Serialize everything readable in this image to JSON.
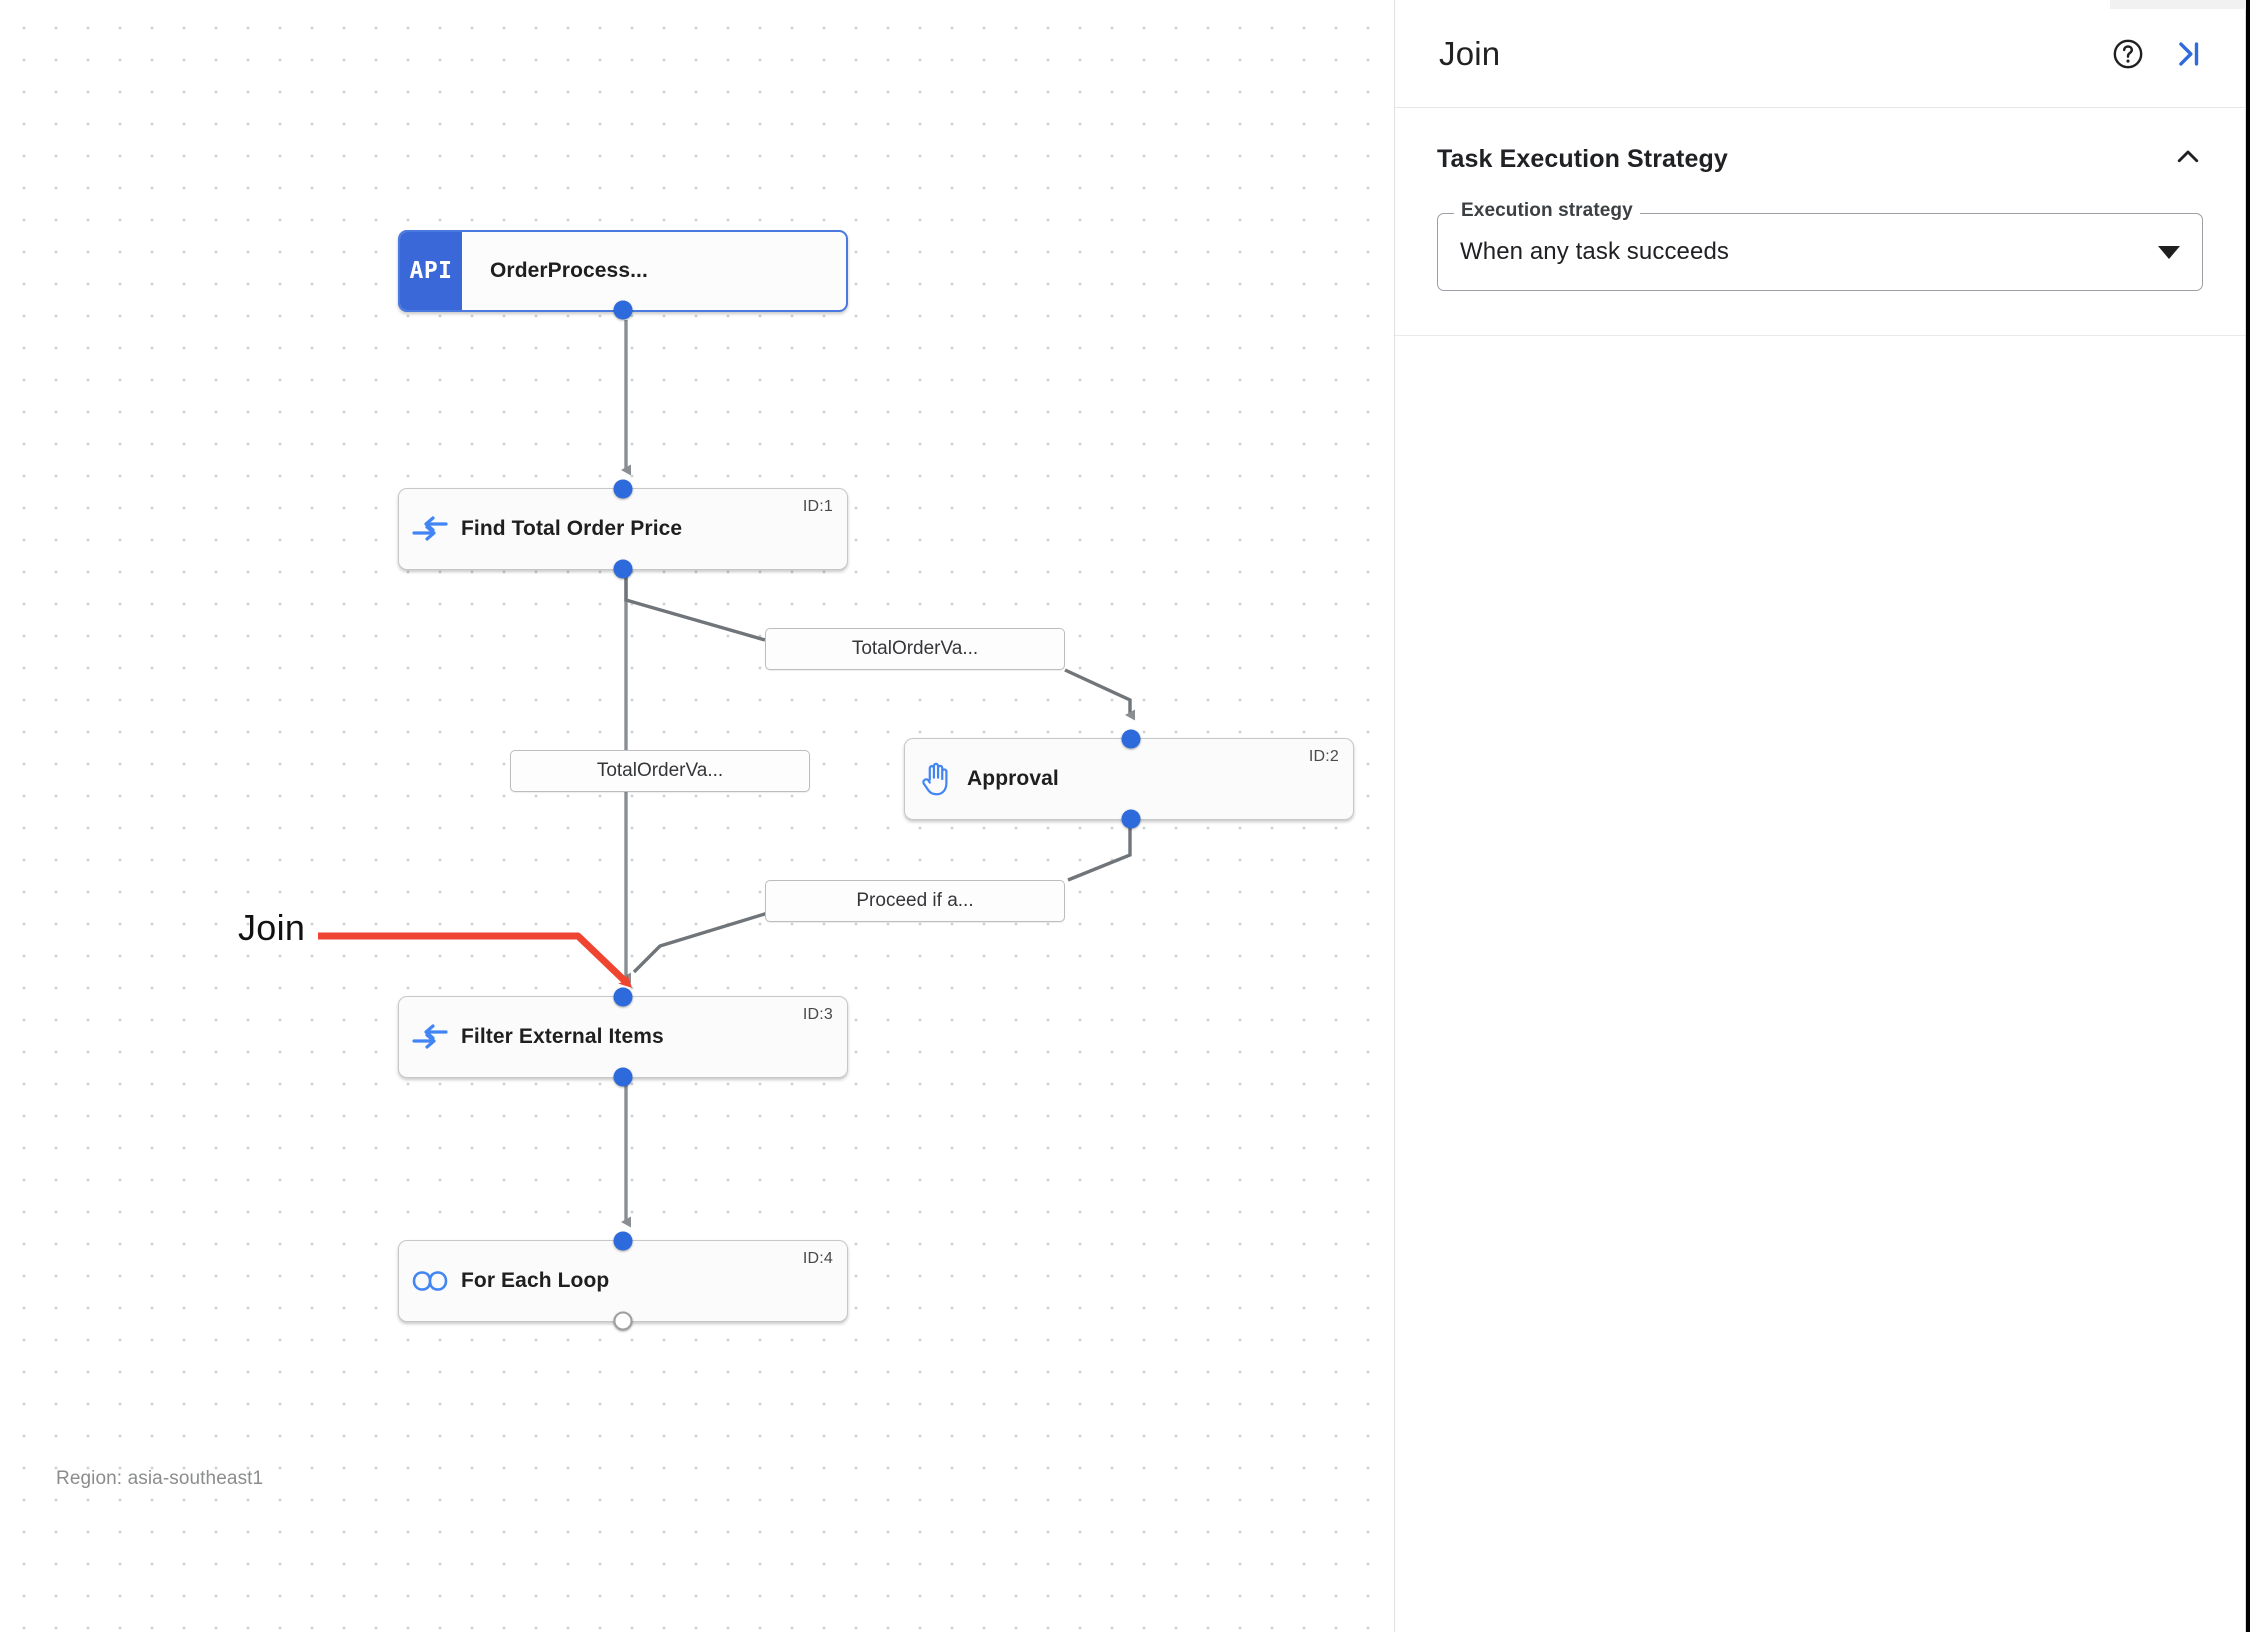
{
  "canvas": {
    "region_label": "Region: asia-southeast1",
    "annotation": {
      "label": "Join",
      "color": "#ef4430"
    },
    "nodes": [
      {
        "id": "trigger",
        "icon": "api-badge-icon",
        "badge": "API",
        "title": "OrderProcess...",
        "id_label": ""
      },
      {
        "id": "task1",
        "icon": "data-mapping-icon",
        "title": "Find Total Order Price",
        "id_label": "ID:1"
      },
      {
        "id": "task2",
        "icon": "raised-hand-icon",
        "title": "Approval",
        "id_label": "ID:2"
      },
      {
        "id": "task3",
        "icon": "data-mapping-icon",
        "title": "Filter External Items",
        "id_label": "ID:3"
      },
      {
        "id": "task4",
        "icon": "loop-infinity-icon",
        "title": "For Each Loop",
        "id_label": "ID:4"
      }
    ],
    "edge_labels": [
      {
        "id": "edge-label-1",
        "text": "TotalOrderVa..."
      },
      {
        "id": "edge-label-2",
        "text": "TotalOrderVa..."
      },
      {
        "id": "edge-label-3",
        "text": "Proceed if a..."
      }
    ],
    "colors": {
      "port": "#2d6bdd",
      "api_badge": "#3a68d8",
      "node_icon": "#4285f4",
      "edge": "#70757a",
      "annotation": "#ef4430"
    }
  },
  "panel": {
    "title": "Join",
    "help_icon": "help-circle-icon",
    "collapse_icon": "collapse-panel-icon",
    "section": {
      "title": "Task Execution Strategy",
      "collapse_icon": "chevron-up-icon",
      "field": {
        "label": "Execution strategy",
        "value": "When any task succeeds",
        "dropdown_icon": "caret-down-icon"
      }
    }
  }
}
